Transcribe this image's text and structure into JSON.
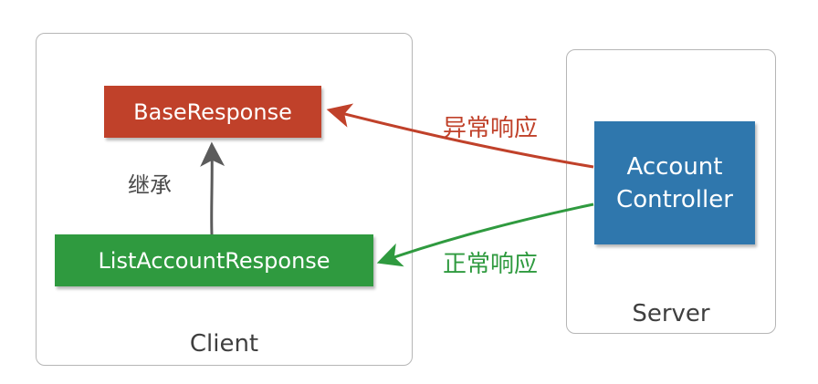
{
  "groups": {
    "client": "Client",
    "server": "Server"
  },
  "nodes": {
    "base_response": "BaseResponse",
    "list_account_response": "ListAccountResponse",
    "account_controller_line1": "Account",
    "account_controller_line2": "Controller"
  },
  "edges": {
    "inherit": "继承",
    "error_response": "异常响应",
    "normal_response": "正常响应"
  },
  "colors": {
    "error": "#c0412a",
    "normal": "#2f9a3f",
    "controller": "#2f77ad",
    "inherit_arrow": "#5b5b5b",
    "group_border": "#b6b6b6"
  }
}
